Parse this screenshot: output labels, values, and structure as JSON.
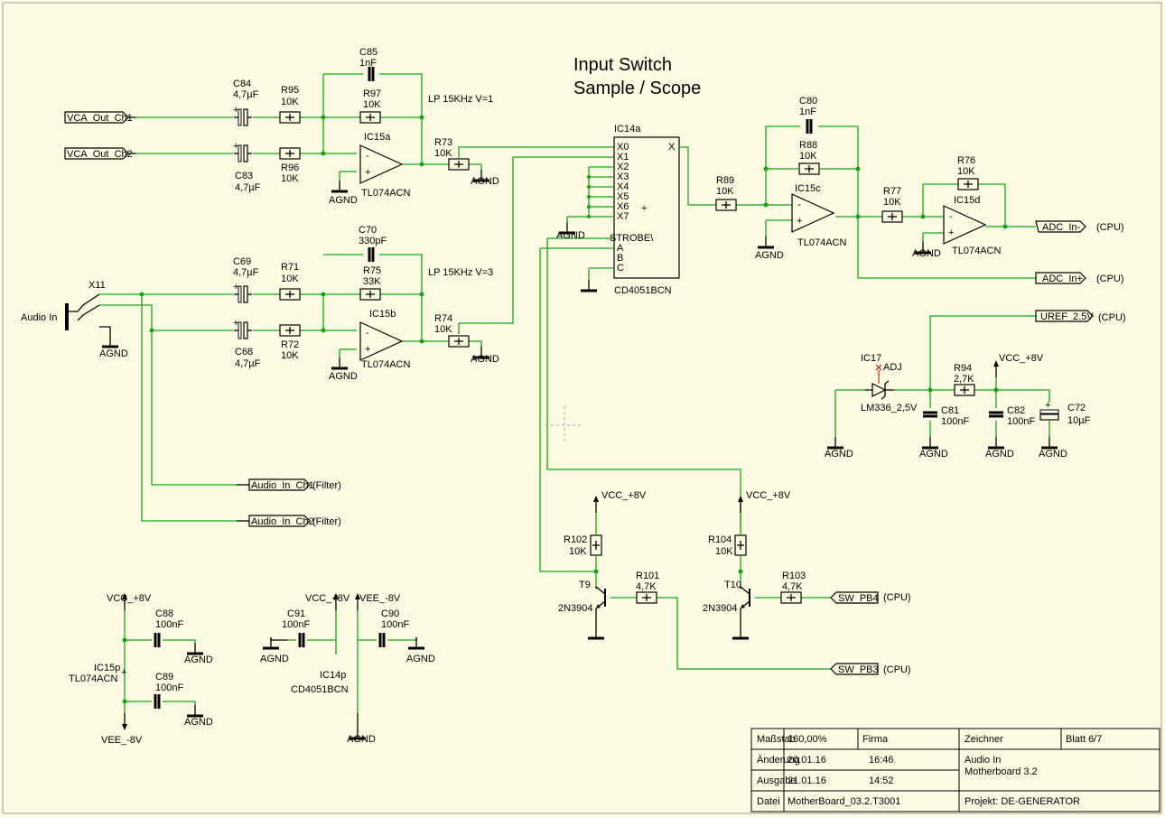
{
  "title": {
    "line1": "Input Switch",
    "line2": "Sample / Scope"
  },
  "notes": {
    "lp1": "LP 15KHz V=1",
    "lp2": "LP 15KHz V=3"
  },
  "ports": {
    "vca1": "VCA_Out_Ch1",
    "vca2": "VCA_Out_Ch2",
    "audio_in_ch1": "Audio_In_Ch1",
    "audio_in_ch2": "Audio_In_Ch2",
    "filter": "(Filter)",
    "adc_minus": "ADC_In-",
    "adc_plus": "ADC_In+",
    "uref": "UREF_2.5V",
    "sw_pb4": "SW_PB4",
    "sw_pb3": "SW_PB3",
    "cpu": "(CPU)"
  },
  "connector": {
    "name": "X11",
    "label": "Audio In"
  },
  "net": {
    "agnd": "AGND",
    "vcc": "VCC_+8V",
    "vee": "VEE_-8V"
  },
  "ics": {
    "ic15a": "IC15a",
    "ic15b": "IC15b",
    "ic15c": "IC15c",
    "ic15d": "IC15d",
    "opamp_type": "TL074ACN",
    "ic14a": "IC14a",
    "mux_type": "CD4051BCN",
    "ic17": "IC17",
    "ic17_type": "LM336_2,5V",
    "ic17_adj": "ADJ",
    "ic15p": "IC15p",
    "ic14p": "IC14p"
  },
  "mux_pins": {
    "x0": "X0",
    "x1": "X1",
    "x2": "X2",
    "x3": "X3",
    "x4": "X4",
    "x5": "X5",
    "x6": "X6",
    "x7": "X7",
    "strobe": "STROBE\\",
    "a": "A",
    "b": "B",
    "c": "C",
    "x": "X"
  },
  "components": {
    "c84": {
      "name": "C84",
      "value": "4,7µF"
    },
    "c83": {
      "name": "C83",
      "value": "4,7µF"
    },
    "c85": {
      "name": "C85",
      "value": "1nF"
    },
    "r95": {
      "name": "R95",
      "value": "10K"
    },
    "r96": {
      "name": "R96",
      "value": "10K"
    },
    "r97": {
      "name": "R97",
      "value": "10K"
    },
    "r73": {
      "name": "R73",
      "value": "10K"
    },
    "c69": {
      "name": "C69",
      "value": "4,7µF"
    },
    "c68": {
      "name": "C68",
      "value": "4,7µF"
    },
    "c70": {
      "name": "C70",
      "value": "330pF"
    },
    "r71": {
      "name": "R71",
      "value": "10K"
    },
    "r72": {
      "name": "R72",
      "value": "10K"
    },
    "r75": {
      "name": "R75",
      "value": "33K"
    },
    "r74": {
      "name": "R74",
      "value": "10K"
    },
    "c80": {
      "name": "C80",
      "value": "1nF"
    },
    "r88": {
      "name": "R88",
      "value": "10K"
    },
    "r89": {
      "name": "R89",
      "value": "10K"
    },
    "r77": {
      "name": "R77",
      "value": "10K"
    },
    "r76": {
      "name": "R76",
      "value": "10K"
    },
    "r94": {
      "name": "R94",
      "value": "2,7K"
    },
    "c81": {
      "name": "C81",
      "value": "100nF"
    },
    "c82": {
      "name": "C82",
      "value": "100nF"
    },
    "c72": {
      "name": "C72",
      "value": "10µF"
    },
    "r102": {
      "name": "R102",
      "value": "10K"
    },
    "r104": {
      "name": "R104",
      "value": "10K"
    },
    "r101": {
      "name": "R101",
      "value": "4,7K"
    },
    "r103": {
      "name": "R103",
      "value": "4,7K"
    },
    "t9": {
      "name": "T9",
      "value": "2N3904"
    },
    "t10": {
      "name": "T10",
      "value": "2N3904"
    },
    "c88": {
      "name": "C88",
      "value": "100nF"
    },
    "c89": {
      "name": "C89",
      "value": "100nF"
    },
    "c91": {
      "name": "C91",
      "value": "100nF"
    },
    "c90": {
      "name": "C90",
      "value": "100nF"
    }
  },
  "titleblock": {
    "massstab_k": "Maßstab",
    "massstab_v": "160,00%",
    "firma_k": "Firma",
    "zeichner_k": "Zeichner",
    "blatt": "Blatt 6/7",
    "aenderung_k": "Änderung",
    "aenderung_d": "20.01.16",
    "aenderung_t": "16:46",
    "ausgabe_k": "Ausgabe",
    "ausgabe_d": "21.01.16",
    "ausgabe_t": "14:52",
    "datei_k": "Datei",
    "datei_v": "MotherBoard_03.2.T3001",
    "desc1": "Audio In",
    "desc2": "Motherboard 3.2",
    "projekt": "Projekt: DE-GENERATOR"
  }
}
